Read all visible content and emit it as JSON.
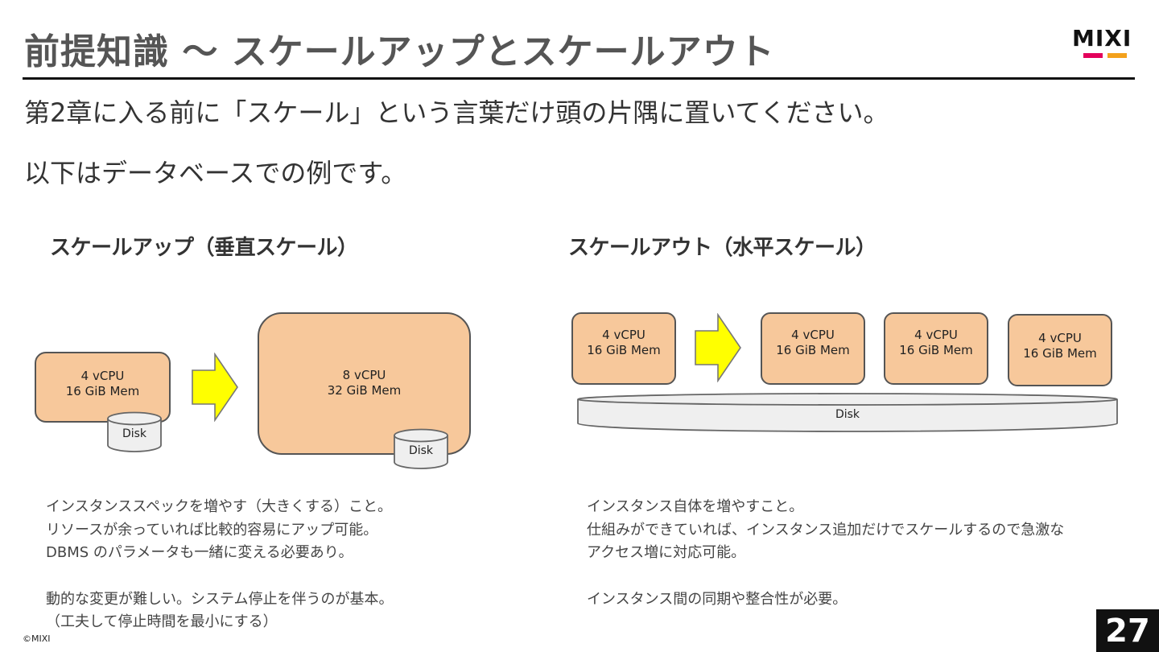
{
  "header": {
    "title": "前提知識 〜 スケールアップとスケールアウト",
    "logo_text": "MIXI",
    "brand_colors": {
      "pink": "#e3005b",
      "orange": "#f3a11c"
    }
  },
  "intro": {
    "line1": "第2章に入る前に「スケール」という言葉だけ頭の片隅に置いてください。",
    "line2": "以下はデータベースでの例です。"
  },
  "scale_up": {
    "heading": "スケールアップ（垂直スケール）",
    "before": {
      "cpu": "4 vCPU",
      "mem": "16 GiB Mem",
      "disk": "Disk"
    },
    "after": {
      "cpu": "8 vCPU",
      "mem": "32 GiB Mem",
      "disk": "Disk"
    },
    "description": [
      "インスタンススペックを増やす（大きくする）こと。",
      "リソースが余っていれば比較的容易にアップ可能。",
      "DBMS のパラメータも一緒に変える必要あり。",
      "",
      "動的な変更が難しい。システム停止を伴うのが基本。",
      "（工夫して停止時間を最小にする）"
    ]
  },
  "scale_out": {
    "heading": "スケールアウト（水平スケール）",
    "before": {
      "cpu": "4 vCPU",
      "mem": "16 GiB Mem"
    },
    "after": [
      {
        "cpu": "4 vCPU",
        "mem": "16 GiB Mem"
      },
      {
        "cpu": "4 vCPU",
        "mem": "16 GiB Mem"
      },
      {
        "cpu": "4 vCPU",
        "mem": "16 GiB Mem"
      }
    ],
    "shared_disk": "Disk",
    "description": [
      "インスタンス自体を増やすこと。",
      "仕組みができていれば、インスタンス追加だけでスケールするので急激な",
      "アクセス増に対応可能。",
      "",
      "インスタンス間の同期や整合性が必要。"
    ]
  },
  "colors": {
    "instance_fill": "#f7c89b",
    "arrow_fill": "#ffff00",
    "disk_fill": "#efefef"
  },
  "footer": {
    "copyright": "©MIXI",
    "page_number": "27"
  }
}
